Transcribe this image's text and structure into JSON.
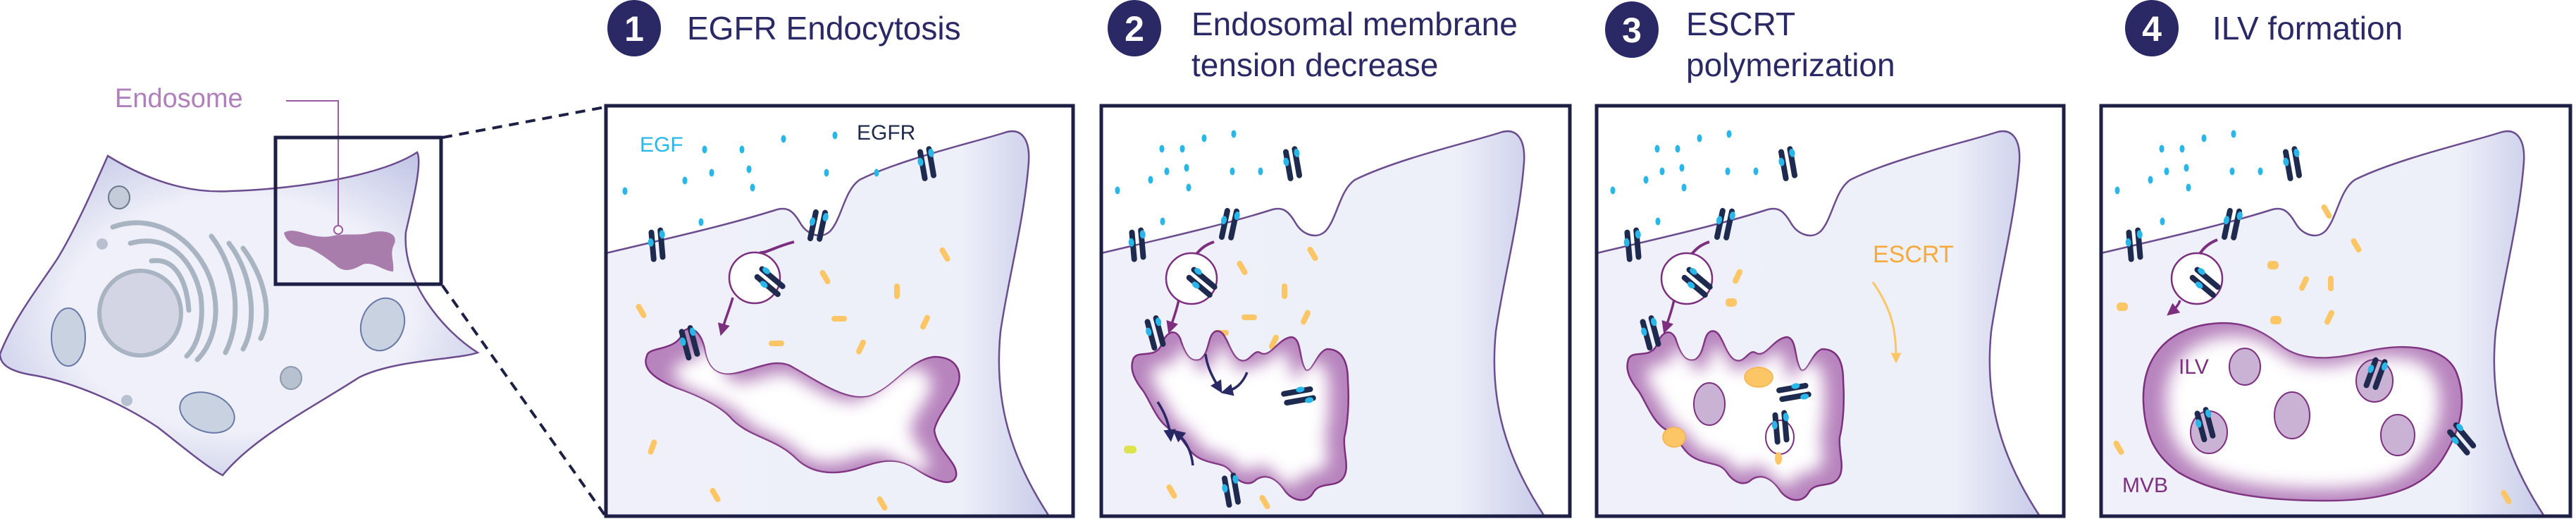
{
  "overview": {
    "endosome_label": "Endosome"
  },
  "steps": [
    {
      "number": "1",
      "title_lines": [
        "EGFR Endocytosis"
      ]
    },
    {
      "number": "2",
      "title_lines": [
        "Endosomal membrane",
        "tension decrease"
      ]
    },
    {
      "number": "3",
      "title_lines": [
        "ESCRT",
        "polymerization"
      ]
    },
    {
      "number": "4",
      "title_lines": [
        "ILV formation"
      ]
    }
  ],
  "labels": {
    "egf": "EGF",
    "egfr": "EGFR",
    "escrt": "ESCRT",
    "ilv": "ILV",
    "mvb": "MVB"
  },
  "colors": {
    "navy": "#2b2866",
    "cyan": "#29b6e8",
    "purple": "#7d2f7f",
    "lavender_cell": "#dfe0f2",
    "escrt_orange": "#fcc667",
    "endosome_label": "#b07fbd"
  }
}
